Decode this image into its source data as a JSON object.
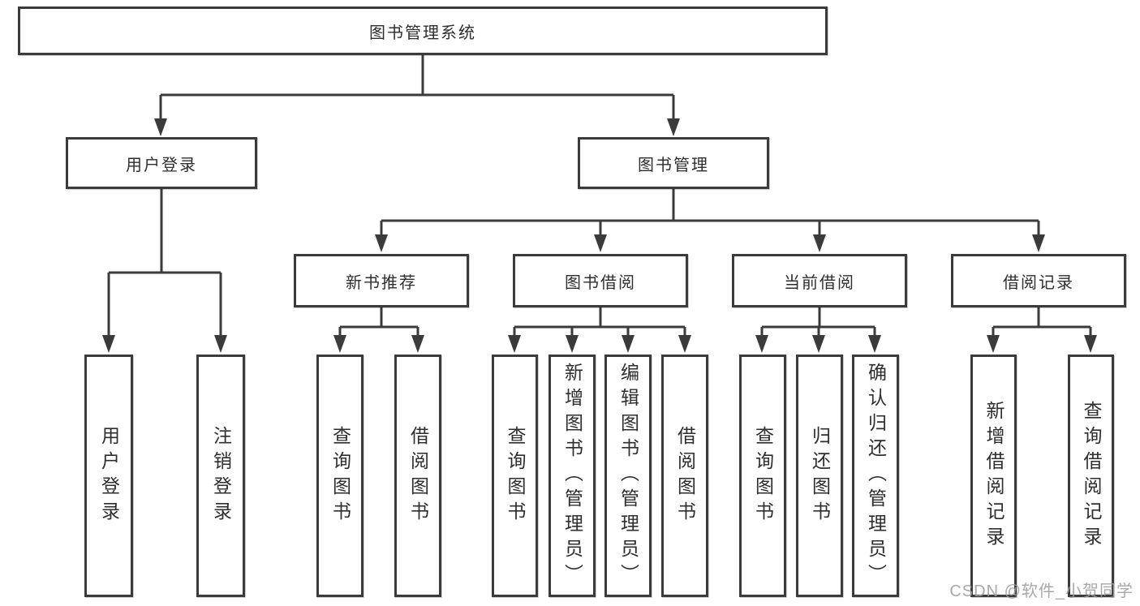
{
  "diagram": {
    "root": "图书管理系统",
    "user_login": {
      "label": "用户登录",
      "children": [
        "用户登录",
        "注销登录"
      ]
    },
    "book_management": {
      "label": "图书管理",
      "sections": [
        {
          "label": "新书推荐",
          "children": [
            "查询图书",
            "借阅图书"
          ]
        },
        {
          "label": "图书借阅",
          "children": [
            "查询图书",
            "新增图书（管理员）",
            "编辑图书（管理员）",
            "借阅图书"
          ]
        },
        {
          "label": "当前借阅",
          "children": [
            "查询图书",
            "归还图书",
            "确认归还（管理员）"
          ]
        },
        {
          "label": "借阅记录",
          "children": [
            "新增借阅记录",
            "查询借阅记录"
          ]
        }
      ]
    }
  },
  "watermark": "CSDN @软件_小贺同学",
  "colors": {
    "line": "#3b3b3b",
    "text": "#2e2e2e",
    "watermark": "#9e9e9e",
    "background": "#ffffff"
  }
}
